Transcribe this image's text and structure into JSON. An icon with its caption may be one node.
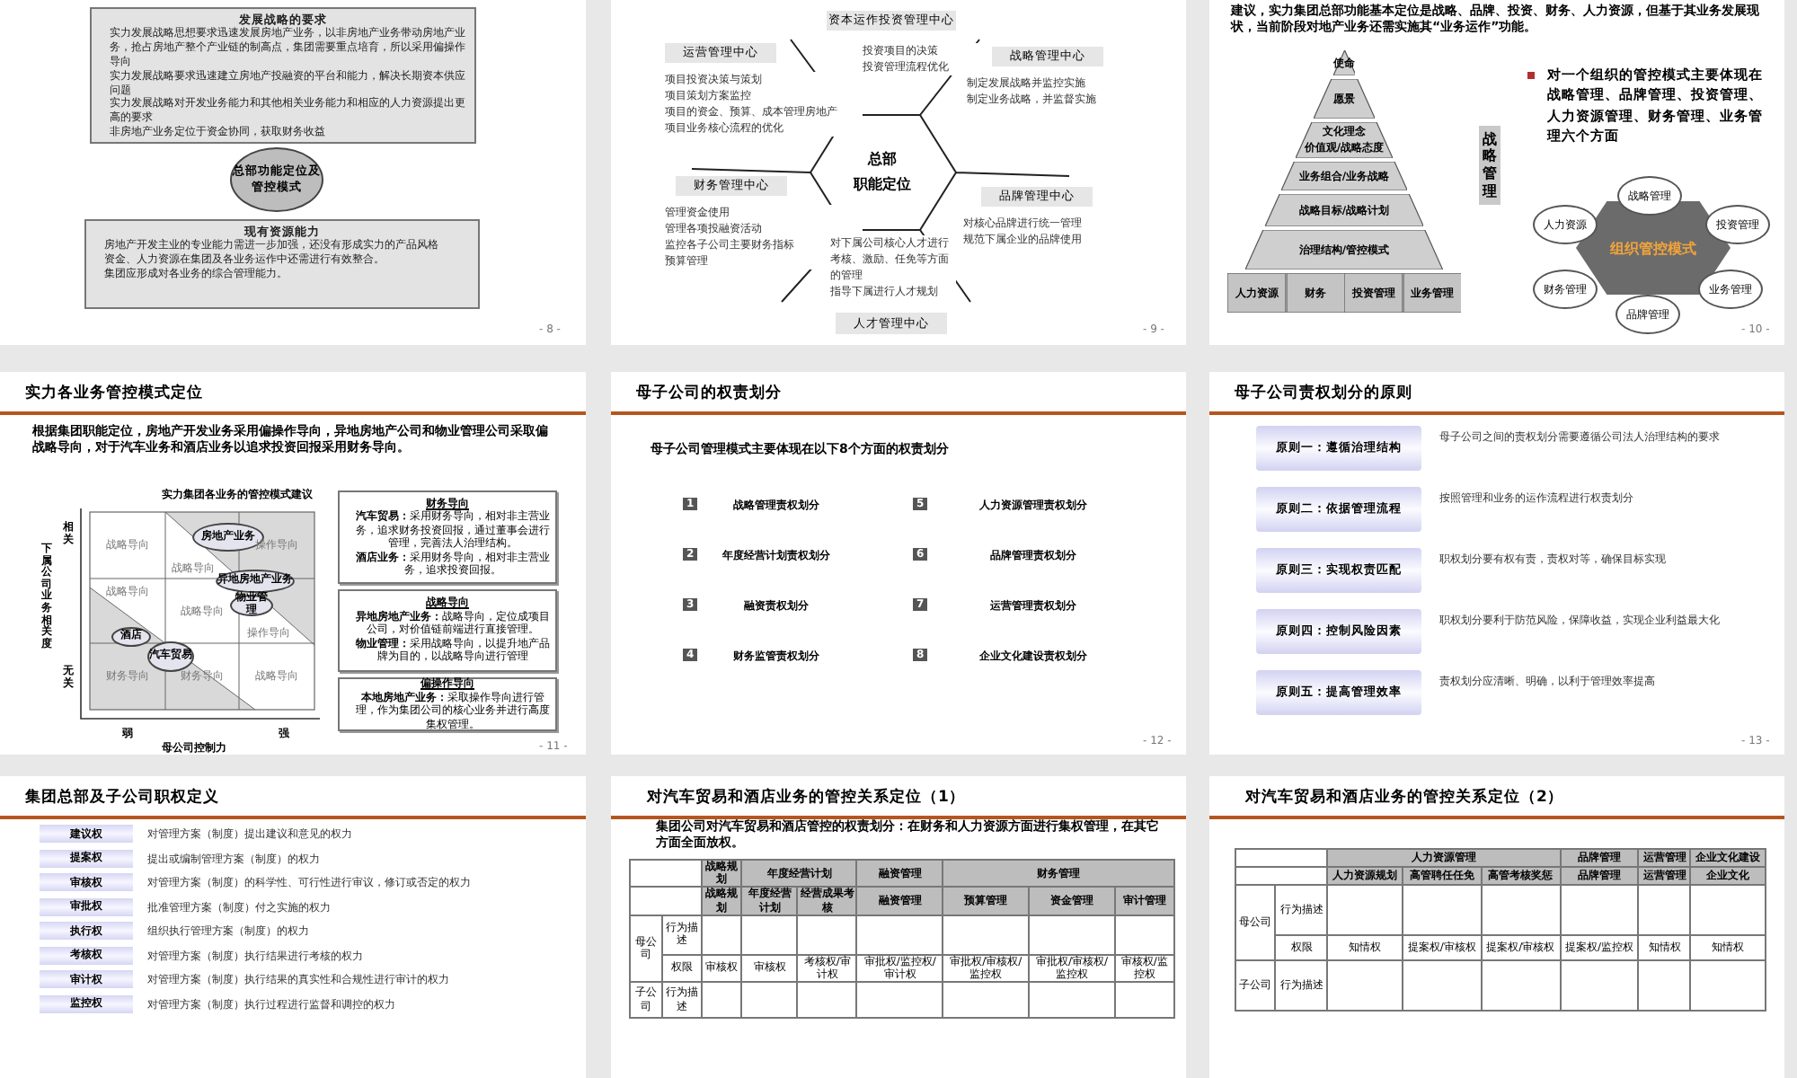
{
  "diagram": {
    "nodes": [
      {
        "text": [
          "发展战略的要求",
          "实力发展战略思想要求迅速发展房地产业务，以非房地产业务带动房地产业务，抢占房地产整个产业链的制高点，集团需要重点培育，所以采用偏操作导向",
          "实力发展战略要求迅速建立房地产投融资的平台和能力，解决长期资本供应问题",
          "实力发展战略对开发业务能力和其他相关业务能力和相应的人力资源提出更高的要求",
          "非房地产业务定位于资金协同，获取财务收益"
        ]
      },
      {
        "text": [
          "总部功能定位及管控模式"
        ]
      },
      {
        "text": [
          "现有资源能力",
          "房地产开发主业的专业能力需进一步加强，还没有形成实力的产品风格",
          "资金、人力资源在集团及各业务运作中还需进行有效整合。",
          "集团应形成对各业务的综合管理能力。"
        ]
      },
      {
        "text": [
          "资本运作投资管理中心"
        ],
        "beside": [
          "投资项目的决策",
          "投资管理流程优化"
        ]
      },
      {
        "text": [
          "运营管理中心"
        ],
        "beside": [
          "项目投资决策与策划",
          "项目策划方案监控",
          "项目的资金、预算、成本管理房地产",
          "项目业务核心流程的优化"
        ]
      },
      {
        "text": [
          "战略管理中心"
        ],
        "beside": [
          "制定发展战略并监控实施",
          "制定业务战略，并监督实施"
        ]
      },
      {
        "text": [
          "总部",
          "职能定位"
        ]
      },
      {
        "text": [
          "财务管理中心"
        ],
        "beside": [
          "管理资金使用",
          "管理各项投融资活动",
          "监控各子公司主要财务指标",
          "预算管理"
        ]
      },
      {
        "text": [
          "品牌管理中心"
        ],
        "beside": [
          "对核心品牌进行统一管理",
          "规范下属企业的品牌使用"
        ]
      },
      {
        "text": [
          "人才管理中心"
        ],
        "beside": [
          "对下属公司核心人才进行考核、激励、任免等方面的管理",
          "指导下属进行人才规划"
        ]
      },
      {
        "text": [
          "使命"
        ]
      },
      {
        "text": [
          "愿景"
        ]
      },
      {
        "text": [
          "文化理念",
          "价值观/战略态度"
        ]
      },
      {
        "text": [
          "业务组合/业务战略"
        ]
      },
      {
        "text": [
          "战略目标/战略计划"
        ]
      },
      {
        "text": [
          "治理结构/管控模式"
        ]
      },
      {
        "text": [
          "人力资源"
        ]
      },
      {
        "text": [
          "财务"
        ]
      },
      {
        "text": [
          "投资管理"
        ]
      },
      {
        "text": [
          "业务管理"
        ]
      },
      {
        "text": [
          "战略管理"
        ]
      },
      {
        "text": [
          "组织管控模式"
        ]
      },
      {
        "text": [
          "战略管理"
        ]
      },
      {
        "text": [
          "投资管理"
        ]
      },
      {
        "text": [
          "业务管理"
        ]
      },
      {
        "text": [
          "品牌管理"
        ]
      },
      {
        "text": [
          "财务管理"
        ]
      },
      {
        "text": [
          "人力资源"
        ]
      },
      {
        "text": [
          "房地产业务"
        ]
      },
      {
        "text": [
          "异地房地产业务"
        ]
      },
      {
        "text": [
          "物业管理"
        ]
      },
      {
        "text": [
          "酒店"
        ]
      },
      {
        "text": [
          "汽车贸易"
        ]
      },
      {
        "text": [
          "财务导向",
          "**汽车贸易：**采用财务导向，相对非主营业务，追求财务投资回报，通过董事会进行管理，完善法人治理结构。",
          "**酒店业务：**采用财务导向，相对非主营业务，追求投资回报。"
        ]
      },
      {
        "text": [
          "战略导向",
          "**异地房地产业务：**战略导向，定位成项目公司，对价值链前端进行直接管理。",
          "**物业管理：**采用战略导向，以提升地产品牌为目的，以战略导向进行管理"
        ]
      },
      {
        "text": [
          "偏操作导向",
          "**本地房地产业务：**采取操作导向进行管理，作为集团公司的核心业务并进行高度集权管理。"
        ]
      },
      {
        "text": [
          "原则一：遵循治理结构"
        ],
        "beside": [
          "母子公司之间的责权划分需要遵循公司法人治理结构的要求"
        ]
      },
      {
        "text": [
          "原则二：依据管理流程"
        ],
        "beside": [
          "按照管理和业务的运作流程进行权责划分"
        ]
      },
      {
        "text": [
          "原则三：实现权责匹配"
        ],
        "beside": [
          "职权划分要有权有责，责权对等，确保目标实现"
        ]
      },
      {
        "text": [
          "原则四：控制风险因素"
        ],
        "beside": [
          "职权划分要利于防范风险，保障收益，实现企业利益最大化"
        ]
      },
      {
        "text": [
          "原则五：提高管理效率"
        ],
        "beside": [
          "责权划分应清晰、明确，以利于管理效率提高"
        ]
      },
      {
        "text": [
          "建议权"
        ],
        "beside": [
          "对管理方案（制度）提出建议和意见的权力"
        ]
      },
      {
        "text": [
          "提案权"
        ],
        "beside": [
          "提出或编制管理方案（制度）的权力"
        ]
      },
      {
        "text": [
          "审核权"
        ],
        "beside": [
          "对管理方案（制度）的科学性、可行性进行审议，修订或否定的权力"
        ]
      },
      {
        "text": [
          "审批权"
        ],
        "beside": [
          "批准管理方案（制度）付之实施的权力"
        ]
      },
      {
        "text": [
          "执行权"
        ],
        "beside": [
          "组织执行管理方案（制度）的权力"
        ]
      },
      {
        "text": [
          "考核权"
        ],
        "beside": [
          "对管理方案（制度）执行结果进行考核的权力"
        ]
      },
      {
        "text": [
          "审计权"
        ],
        "beside": [
          "对管理方案（制度）执行结果的真实性和合规性进行审计的权力"
        ]
      },
      {
        "text": [
          "监控权"
        ],
        "beside": [
          "对管理方案（制度）执行过程进行监督和调控的权力"
        ]
      }
    ],
    "labels": [
      "- 8 -",
      "- 9 -",
      "建议，实力集团总部功能基本定位是战略、品牌、投资、财务、人力资源，但基于其业务发展现状，当前阶段对地产业务还需实施其“业务运作”功能。",
      "对一个组织的管控模式主要体现在战略管理、品牌管理、投资管理、人力资源管理、财务管理、业务管理六个方面",
      "- 10 -",
      "实力各业务管控模式定位",
      "根据集团职能定位，房地产开发业务采用偏操作导向，异地房地产公司和物业管理公司采取偏战略导向，对于汽车业务和酒店业务以追求投资回报采用财务导向。",
      "实力集团各业务的管控模式建议",
      "战略导向",
      "战略导向",
      "操作导向",
      "战略导向",
      "战略导向",
      "操作导向",
      "财务导向",
      "财务导向",
      "战略导向",
      "相关",
      "无关",
      "下属公司业务相关度",
      "弱",
      "强",
      "母公司控制力",
      "- 11 -",
      "母子公司的权责划分",
      "母子公司管理模式主要体现在以下8个方面的权责划分",
      "1",
      "战略管理责权划分",
      "5",
      "人力资源管理责权划分",
      "2",
      "年度经营计划责权划分",
      "6",
      "品牌管理责权划分",
      "3",
      "融资责权划分",
      "7",
      "运营管理责权划分",
      "4",
      "财务监管责权划分",
      "8",
      "企业文化建设责权划分",
      "- 12 -",
      "母子公司责权划分的原则",
      "- 13 -",
      "集团总部及子公司职权定义",
      "对汽车贸易和酒店业务的管控关系定位（1）",
      "集团公司对汽车贸易和酒店管控的权责划分：在财务和人力资源方面进行集权管理，在其它方面全面放权。",
      "战略规划",
      "年度经营计划",
      "融资管理",
      "财务管理",
      "战略规划",
      "年度经营计划",
      "经营成果考核",
      "融资管理",
      "预算管理",
      "资金管理",
      "审计管理",
      "母公司",
      "行为描述",
      "权限",
      "审核权",
      "审核权",
      "考核权/审计权",
      "审批权/监控权/审计权",
      "审批权/审核权/监控权",
      "审批权/审核权/监控权",
      "审核权/监控权",
      "子公司",
      "行为描述",
      "对汽车贸易和酒店业务的管控关系定位（2）",
      "人力资源管理",
      "品牌管理",
      "运营管理",
      "企业文化建设",
      "人力资源规划",
      "高管聘任任免",
      "高管考核奖惩",
      "品牌管理",
      "运营管理",
      "企业文化",
      "母公司",
      "行为描述",
      "权限",
      "知情权",
      "提案权/审核权",
      "提案权/审核权",
      "提案权/监控权",
      "知情权",
      "知情权",
      "子公司",
      "行为描述"
    ]
  }
}
